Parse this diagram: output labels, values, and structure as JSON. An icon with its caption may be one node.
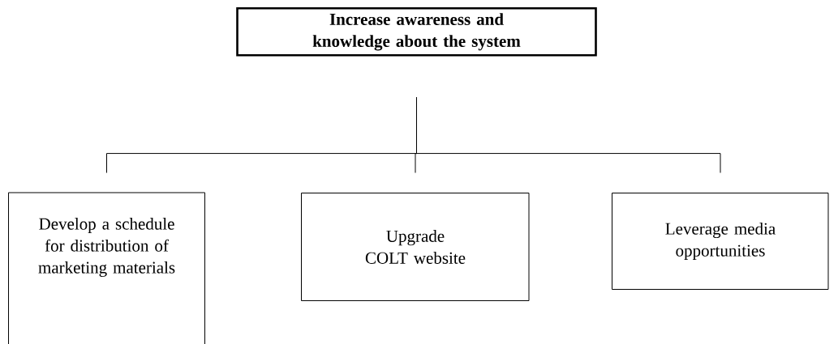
{
  "diagram": {
    "nodes": [
      {
        "text": [
          "Increase awareness and knowledge about the system"
        ]
      },
      {
        "text": [
          "Develop a schedule for distribution of marketing materials"
        ]
      },
      {
        "text": [
          "Upgrade COLT website"
        ]
      },
      {
        "text": [
          "Leverage media opportunities"
        ]
      }
    ],
    "edges": [
      {
        "from": 0,
        "to": 1,
        "arrow": "none"
      },
      {
        "from": 0,
        "to": 2,
        "arrow": "none"
      },
      {
        "from": 0,
        "to": 3,
        "arrow": "none"
      }
    ]
  }
}
